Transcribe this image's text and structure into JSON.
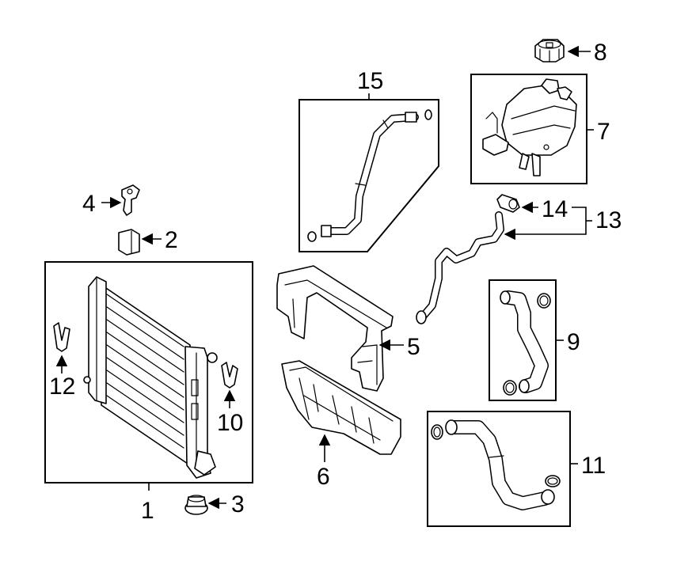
{
  "callouts": {
    "c1": "1",
    "c2": "2",
    "c3": "3",
    "c4": "4",
    "c5": "5",
    "c6": "6",
    "c7": "7",
    "c8": "8",
    "c9": "9",
    "c10": "10",
    "c11": "11",
    "c12": "12",
    "c13": "13",
    "c14": "14",
    "c15": "15"
  },
  "parts": [
    "radiator",
    "radiator-bushing",
    "radiator-lower-mount",
    "radiator-upper-bracket",
    "side-air-baffle",
    "lower-air-guide",
    "coolant-reservoir",
    "reservoir-cap",
    "coolant-hose-9",
    "retaining-clip-10",
    "coolant-hose-11",
    "retaining-clip-12",
    "overflow-hose",
    "hose-clamp",
    "upper-coolant-pipe"
  ]
}
